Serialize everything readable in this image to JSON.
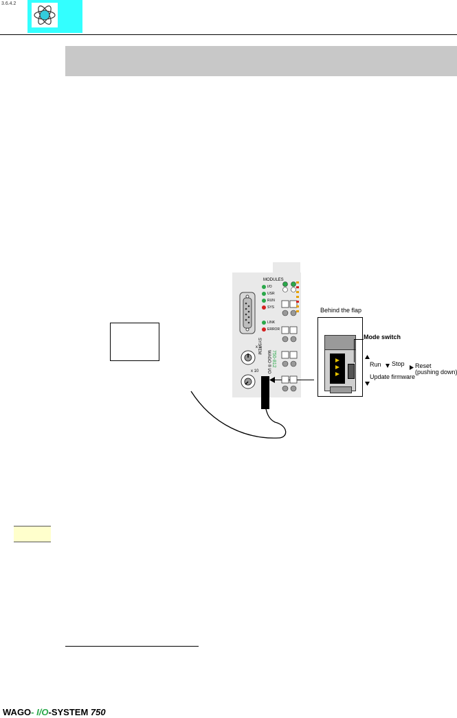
{
  "header": {
    "code": "3.6.4.2",
    "logo_icon": "atom-icon"
  },
  "figure": {
    "device": {
      "module_label": "MODULES",
      "leds": [
        {
          "label": "I/O",
          "color": "#2aa84a"
        },
        {
          "label": "USR",
          "color": "#2aa84a"
        },
        {
          "label": "RUN",
          "color": "#2aa84a"
        },
        {
          "label": "SYS",
          "color": "#d42020"
        },
        {
          "label": "LINK",
          "color": "#2aa84a"
        },
        {
          "label": "ERROR",
          "color": "#d42020"
        }
      ],
      "side_text": "SYSTEM",
      "brand_text": "WAGO ® I/O",
      "model_text": "750-812",
      "switch_x1": "x 1",
      "switch_x10": "x 10"
    },
    "behind_flap": "Behind the flap",
    "mode_switch": "Mode switch",
    "run": "Run",
    "stop": "Stop",
    "reset": "Reset",
    "reset_sub": "(pushing down)",
    "update_firmware": "Update firmware"
  },
  "footer": {
    "wago": "WAGO",
    "dash": "-",
    "io": "I/O",
    "system": "-SYSTEM",
    "number": "750"
  }
}
